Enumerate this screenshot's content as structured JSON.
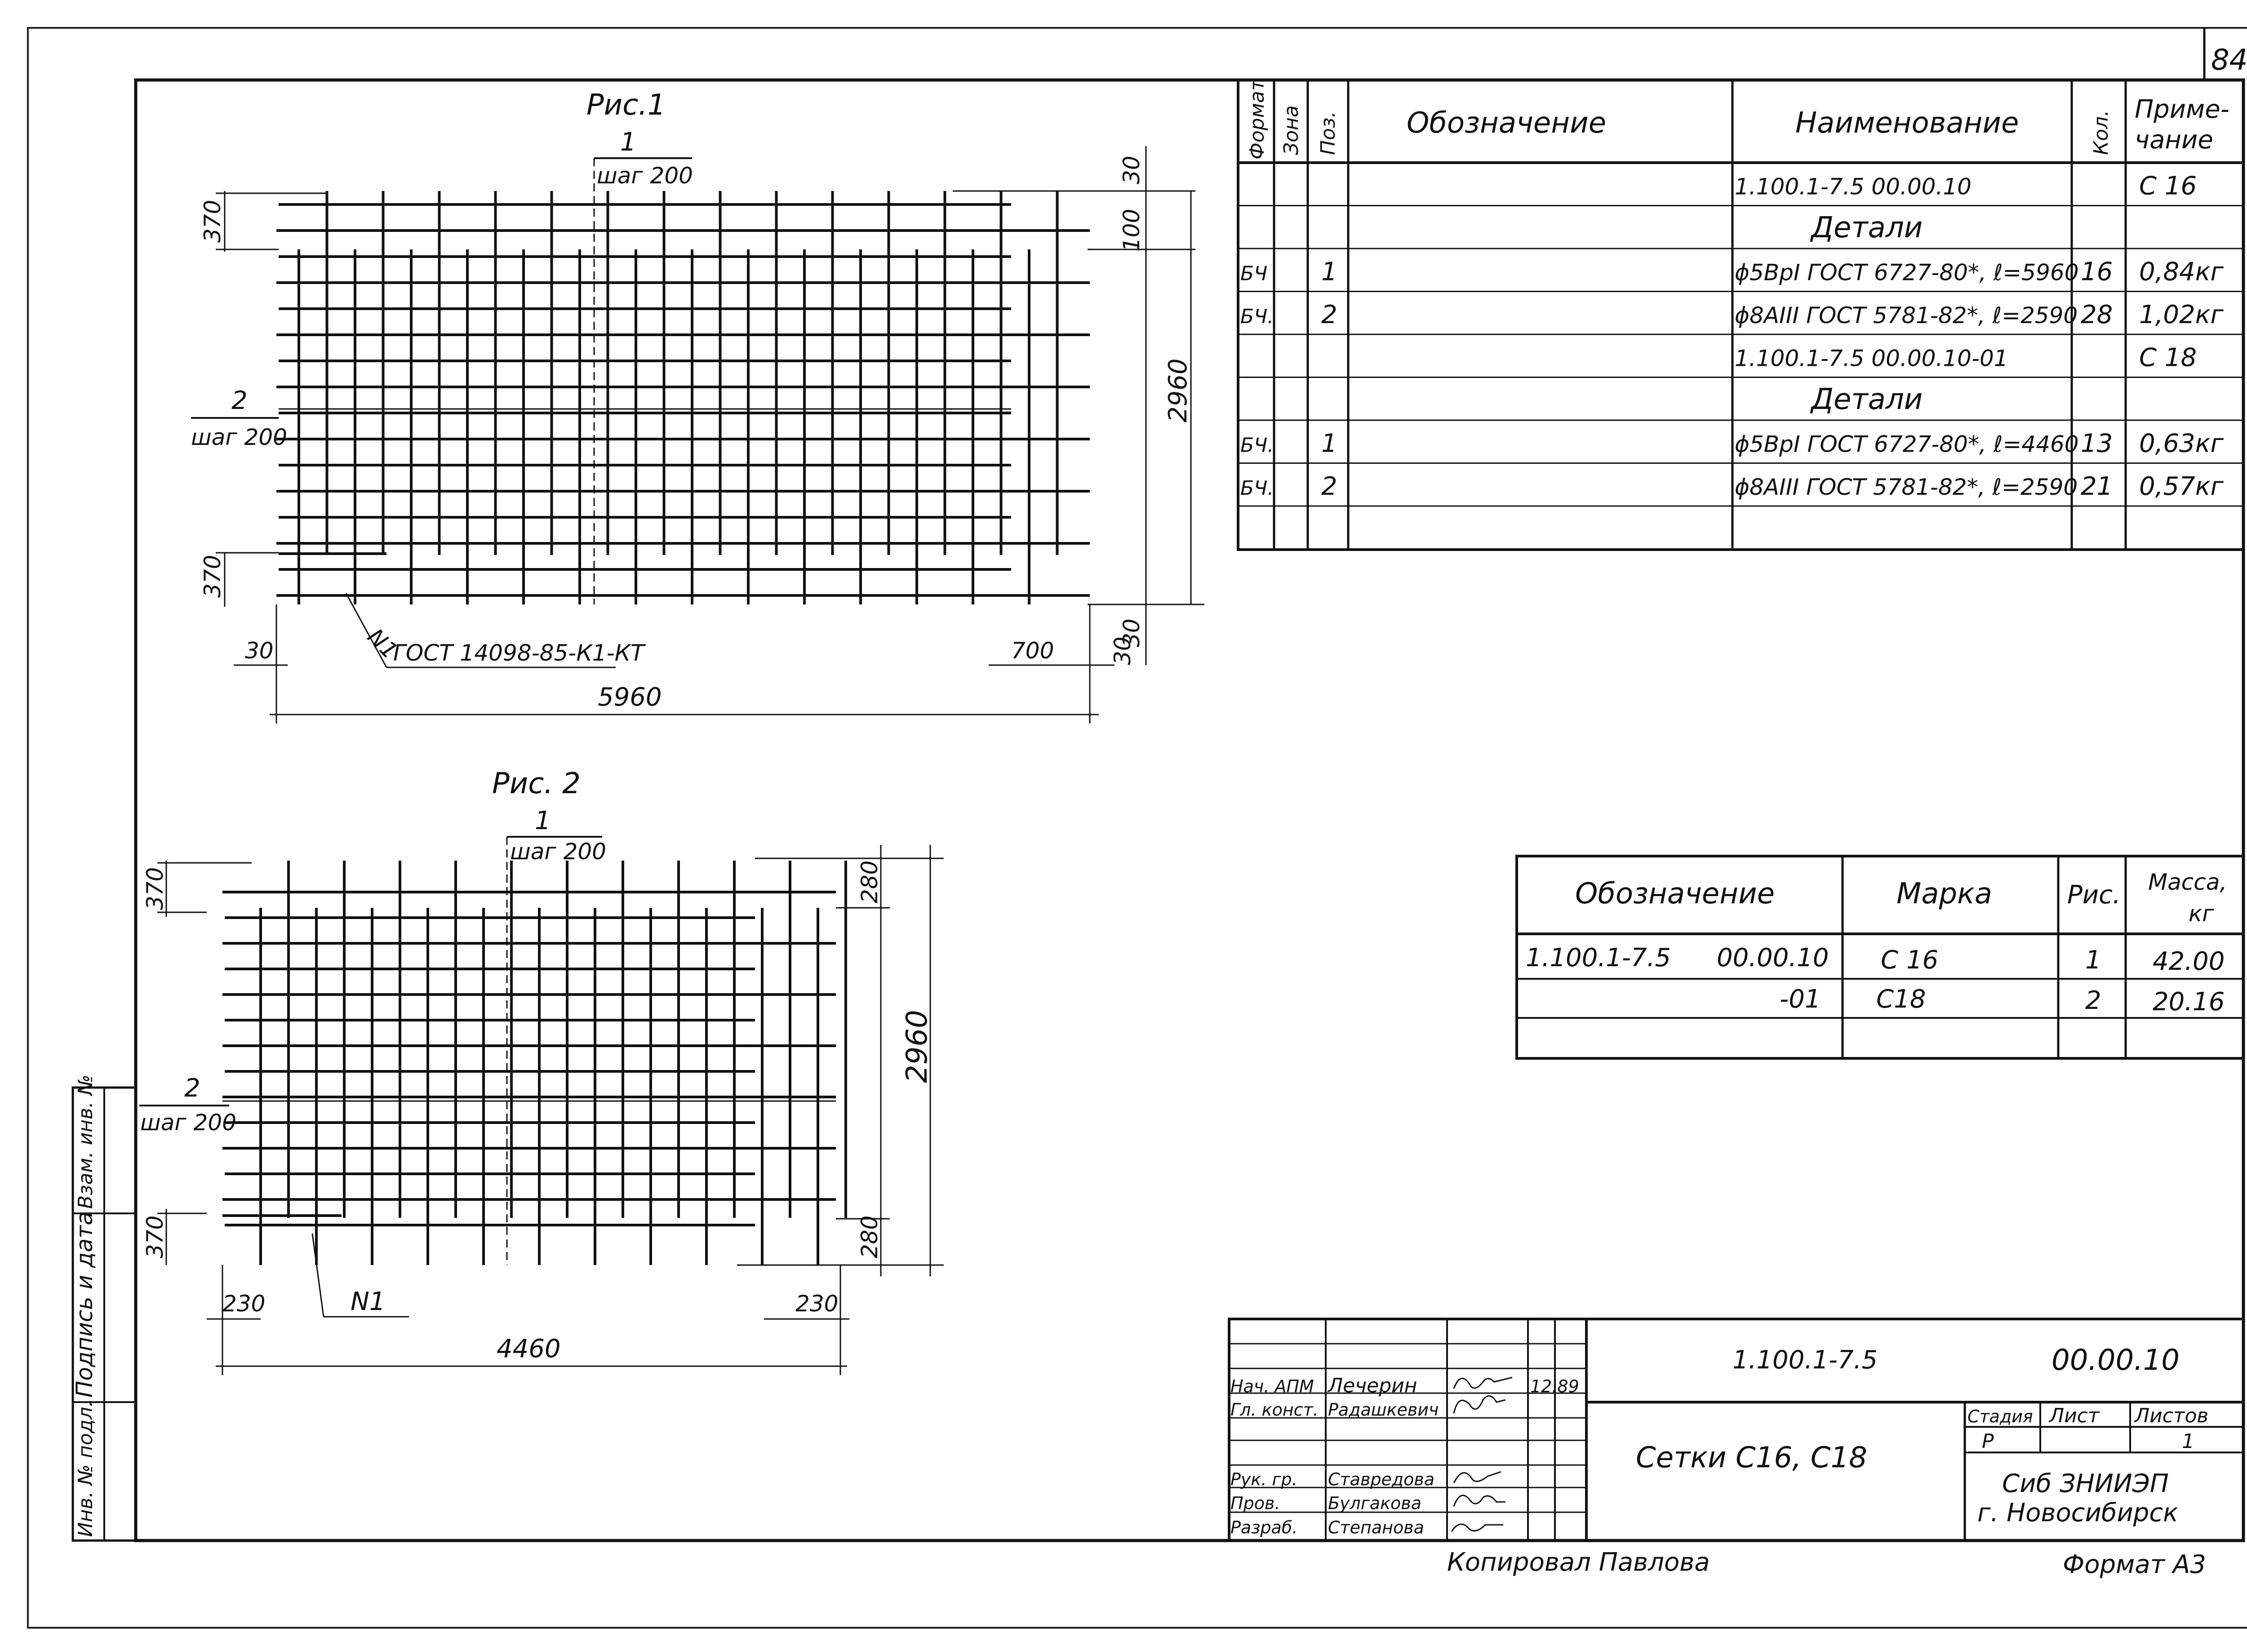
{
  "page_number": "84",
  "fig1": {
    "title": "Рис.1",
    "pos1_num": "1",
    "pos1_step": "шаг 200",
    "pos2_num": "2",
    "pos2_step": "шаг 200",
    "dim_top_left": "370",
    "dim_bottom_left": "370",
    "dim_top_right": "30",
    "dim_top_right_inner": "100",
    "dim_height": "2960",
    "dim_bottom_right": "30",
    "dim_left_bottom": "30",
    "dim_right_offset": "700",
    "dim_right_30": "30",
    "dim_width": "5960",
    "leader_label": "N1",
    "leader_text": "ГОСТ 14098-85-К1-КТ"
  },
  "fig2": {
    "title": "Рис. 2",
    "pos1_num": "1",
    "pos1_step": "шаг 200",
    "pos2_num": "2",
    "pos2_step": "шаг 200",
    "dim_top_left": "370",
    "dim_bottom_left": "370",
    "dim_top_right": "280",
    "dim_bottom_right": "280",
    "dim_height": "2960",
    "dim_left": "230",
    "dim_right": "230",
    "dim_width": "4460",
    "leader_label": "N1"
  },
  "spec_table": {
    "headers": [
      "Формат",
      "Зона",
      "Поз.",
      "Обозначение",
      "Наименование",
      "Кол.",
      "Приме-",
      "чание"
    ],
    "rows": [
      {
        "format": "",
        "pos": "",
        "oboz": "",
        "name": "1.100.1-7.5        00.00.10",
        "qty": "",
        "note": "С 16"
      },
      {
        "format": "",
        "pos": "",
        "oboz": "",
        "name": "Детали",
        "qty": "",
        "note": ""
      },
      {
        "format": "БЧ",
        "pos": "1",
        "oboz": "",
        "name": "ϕ5ВрI ГОСТ 6727-80*, ℓ=5960",
        "qty": "16",
        "note": "0,84кг"
      },
      {
        "format": "БЧ.",
        "pos": "2",
        "oboz": "",
        "name": "ϕ8АIII ГОСТ 5781-82*, ℓ=2590",
        "qty": "28",
        "note": "1,02кг"
      },
      {
        "format": "",
        "pos": "",
        "oboz": "",
        "name": "1.100.1-7.5        00.00.10-01",
        "qty": "",
        "note": "С 18"
      },
      {
        "format": "",
        "pos": "",
        "oboz": "",
        "name": "Детали",
        "qty": "",
        "note": ""
      },
      {
        "format": "БЧ.",
        "pos": "1",
        "oboz": "",
        "name": "ϕ5ВрI ГОСТ 6727-80*, ℓ=4460",
        "qty": "13",
        "note": "0,63кг"
      },
      {
        "format": "БЧ.",
        "pos": "2",
        "oboz": "",
        "name": "ϕ8АIII ГОСТ 5781-82*, ℓ=2590",
        "qty": "21",
        "note": "0,57кг"
      },
      {
        "format": "",
        "pos": "",
        "oboz": "",
        "name": "",
        "qty": "",
        "note": ""
      }
    ]
  },
  "mark_table": {
    "h_oboz": "Обозначение",
    "h_marka": "Марка",
    "h_ris": "Рис.",
    "h_mass1": "Масса,",
    "h_mass2": "кг",
    "rows": [
      {
        "oboz_a": "1.100.1-7.5",
        "oboz_b": "00.00.10",
        "marka": "С 16",
        "ris": "1",
        "mass": "42.00"
      },
      {
        "oboz_a": "",
        "oboz_b": "-01",
        "marka": "С18",
        "ris": "2",
        "mass": "20.16"
      }
    ]
  },
  "side_stamp": {
    "c1": "Инв. № подл.",
    "c2": "Подпись и дата",
    "c3": "Взам. инв. №"
  },
  "title_block": {
    "code_a": "1.100.1-7.5",
    "code_b": "00.00.10",
    "title": "Сетки  С16, С18",
    "stage_label": "Стадия",
    "sheet_label": "Лист",
    "sheets_label": "Листов",
    "stage": "Р",
    "sheet": "",
    "sheets": "1",
    "org1": "Сиб ЗНИИЭП",
    "org2": "г. Новосибирск",
    "date": "12.89",
    "people": [
      {
        "role": "Нач. АПМ",
        "name": "Лечерин"
      },
      {
        "role": "Гл. конст.",
        "name": "Радашкевич"
      },
      {
        "role": "Рук. гр.",
        "name": "Ставредова"
      },
      {
        "role": "Пров.",
        "name": "Булгакова"
      },
      {
        "role": "Разраб.",
        "name": "Степанова"
      }
    ]
  },
  "footer": {
    "copied": "Копировал  Павлова",
    "format": "Формат  А3"
  }
}
